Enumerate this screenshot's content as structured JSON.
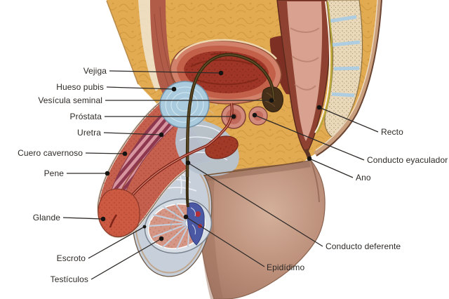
{
  "figure": {
    "name": "male-pelvis-sagittal-section-illustration"
  },
  "annotations": [
    {
      "id": "vejiga",
      "text": "Vejiga",
      "side": "left"
    },
    {
      "id": "hueso-pubis",
      "text": "Hueso pubis",
      "side": "left"
    },
    {
      "id": "vesicula-seminal",
      "text": "Vesícula seminal",
      "side": "left"
    },
    {
      "id": "prostata",
      "text": "Próstata",
      "side": "left"
    },
    {
      "id": "uretra",
      "text": "Uretra",
      "side": "left"
    },
    {
      "id": "cuero-cavernoso",
      "text": "Cuero cavernoso",
      "side": "left"
    },
    {
      "id": "pene",
      "text": "Pene",
      "side": "left"
    },
    {
      "id": "glande",
      "text": "Glande",
      "side": "left"
    },
    {
      "id": "escroto",
      "text": "Escroto",
      "side": "left"
    },
    {
      "id": "testiculos",
      "text": "Testículos",
      "side": "left"
    },
    {
      "id": "recto",
      "text": "Recto",
      "side": "right"
    },
    {
      "id": "conducto-eyaculador",
      "text": "Conducto eyaculador",
      "side": "right"
    },
    {
      "id": "ano",
      "text": "Ano",
      "side": "right"
    },
    {
      "id": "conducto-deferente",
      "text": "Conducto deferente",
      "side": "right"
    },
    {
      "id": "epididimo",
      "text": "Epidídimo",
      "side": "right"
    }
  ],
  "palette": {
    "background": "#ffffff",
    "fat": "#e2ab52",
    "skin_band": "#c99f7e",
    "skin_outline": "#6a4331",
    "organ_red": "#c3604a",
    "bladder_interior": "#9e3526",
    "pubic_bone_blue": "#aacbdd",
    "sacrum_cream": "#e9d9ba",
    "disc_blue": "#aecde0",
    "rectum_wall": "#8e4130",
    "rectum_lumen": "#d9a290",
    "scrotum_gray": "#c6cfda",
    "testicle_pink": "#d69685",
    "epididymis_blue": "#4a57a2",
    "thigh": "#bb8e79",
    "leader_line": "#2e2a28"
  }
}
